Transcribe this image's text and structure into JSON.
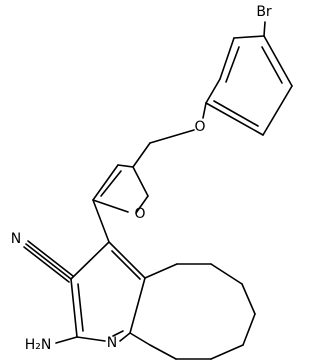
{
  "atom_labels": {
    "bromine": "Br",
    "ether_oxygen": "O",
    "furan_oxygen": "O",
    "nitrile_nitrogen": "N",
    "pyridine_nitrogen": "N",
    "amino": "H₂N"
  },
  "colors": {
    "bond": "#000000",
    "background": "#ffffff"
  }
}
